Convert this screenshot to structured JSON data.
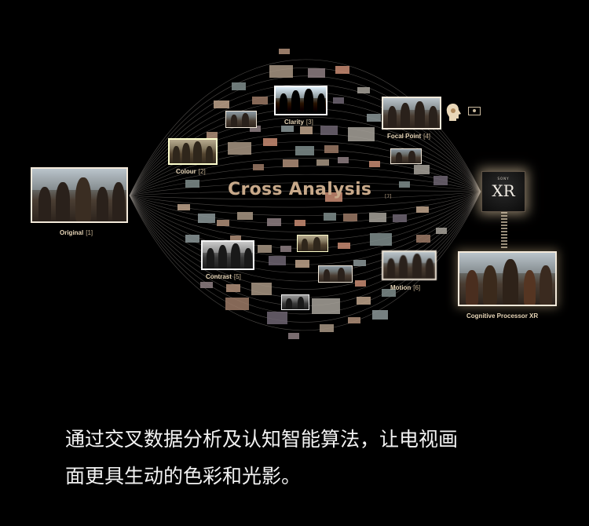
{
  "diagram": {
    "center_title": "Cross Analysis",
    "center_ref": "[7]",
    "nodes": {
      "original": {
        "label": "Original",
        "ref": "[1]"
      },
      "colour": {
        "label": "Colour",
        "ref": "[2]"
      },
      "clarity": {
        "label": "Clarity",
        "ref": "[3]"
      },
      "focal_point": {
        "label": "Focal Point",
        "ref": "[4]"
      },
      "contrast": {
        "label": "Contrast",
        "ref": "[5]"
      },
      "motion": {
        "label": "Motion",
        "ref": "[6]"
      },
      "processor": {
        "label": "Cognitive Processor XR"
      }
    },
    "chip": {
      "brand": "SONY",
      "model": "XR"
    },
    "colors": {
      "background": "#000000",
      "label": "#e8d6b8",
      "title": "#c8a98a",
      "line": "#8a8580"
    }
  },
  "caption": {
    "line1": "通过交叉数据分析及认知智能算法，让电视画",
    "line2": "面更具生动的色彩和光影。"
  }
}
